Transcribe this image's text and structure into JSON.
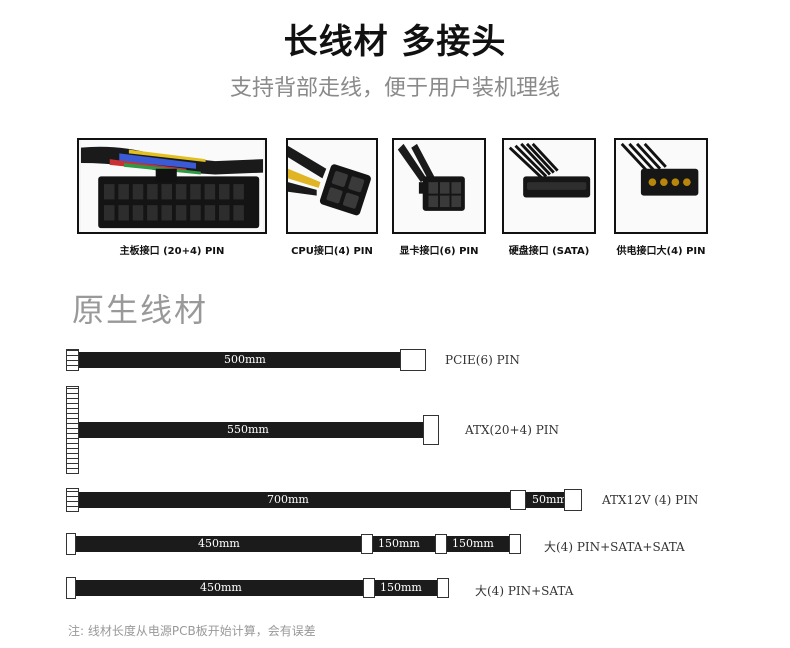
{
  "header": {
    "title": "长线材 多接头",
    "subtitle": "支持背部走线，便于用户装机理线"
  },
  "connectors": [
    {
      "label": "主板接口 (20+4) PIN",
      "icon": "atx-24pin-connector-photo"
    },
    {
      "label": "CPU接口(4) PIN",
      "icon": "cpu-4pin-connector-photo"
    },
    {
      "label": "显卡接口(6) PIN",
      "icon": "pcie-6pin-connector-photo"
    },
    {
      "label": "硬盘接口 (SATA)",
      "icon": "sata-connector-photo"
    },
    {
      "label": "供电接口大(4) PIN",
      "icon": "molex-4pin-connector-photo"
    }
  ],
  "section": {
    "title": "原生线材"
  },
  "cables": [
    {
      "lengths": [
        "500mm"
      ],
      "label": "PCIE(6)  PIN"
    },
    {
      "lengths": [
        "550mm"
      ],
      "label": "ATX(20+4)  PIN"
    },
    {
      "lengths": [
        "700mm",
        "50mm"
      ],
      "label": "ATX12V    (4)  PIN"
    },
    {
      "lengths": [
        "450mm",
        "150mm",
        "150mm"
      ],
      "label": "大(4)  PIN+SATA+SATA"
    },
    {
      "lengths": [
        "450mm",
        "150mm"
      ],
      "label": "大(4)  PIN+SATA"
    }
  ],
  "footer": {
    "note": "注: 线材长度从电源PCB板开始计算，会有误差"
  },
  "colors": {
    "cable": "#1b1b1b",
    "subtitle": "#8a8a8a",
    "section": "#999999"
  }
}
